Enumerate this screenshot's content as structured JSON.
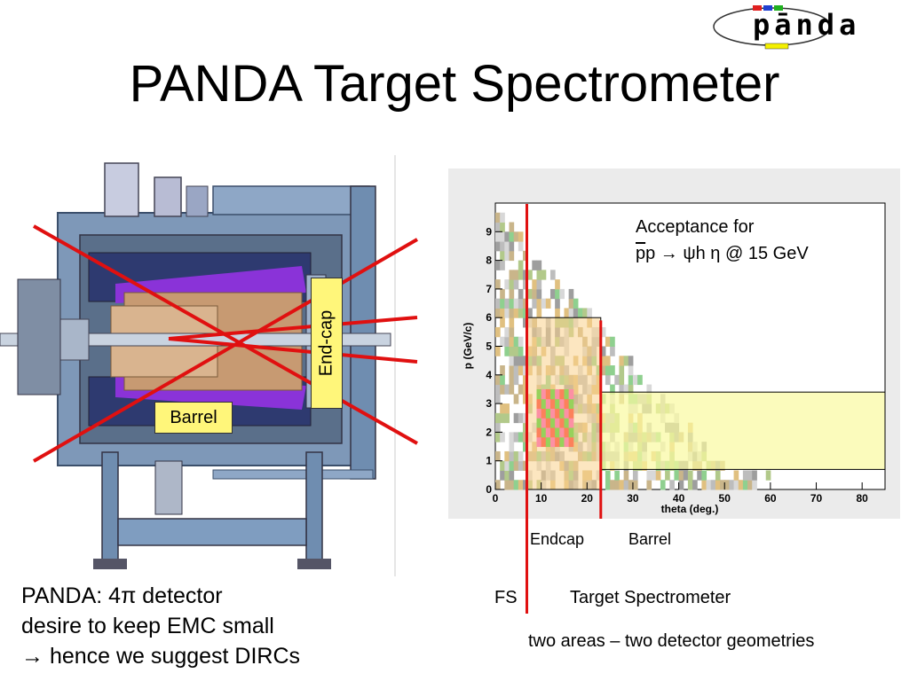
{
  "slide": {
    "title": "PANDA Target Spectrometer",
    "logo_text": "pānda",
    "labels": {
      "barrel_box": "Barrel",
      "endcap_box": "End-cap"
    },
    "bottom_left": {
      "line1": "PANDA: 4π detector",
      "line2": "desire to keep EMC small",
      "line3": "→ hence we suggest DIRCs"
    },
    "acceptance": {
      "line1": "Acceptance for",
      "bar": "p",
      "line2_rest": "p → ψh η  @ 15 GeV"
    },
    "region_labels": {
      "endcap": "Endcap",
      "barrel": "Barrel",
      "fs": "FS",
      "target": "Target Spectrometer",
      "two_areas": "two areas – two detector geometries"
    },
    "colors": {
      "red_line": "#e01010",
      "detector_blue": "#6f8db0",
      "label_yellow": "#fff67a",
      "plot_bg": "#ebebeb"
    }
  },
  "chart_data": {
    "type": "heatmap",
    "title": "",
    "xlabel": "theta (deg.)",
    "ylabel": "p (GeV/c)",
    "xlim": [
      0,
      85
    ],
    "ylim": [
      0,
      10
    ],
    "x_ticks": [
      0,
      10,
      20,
      30,
      40,
      50,
      60,
      70,
      80
    ],
    "y_ticks": [
      0,
      1,
      2,
      3,
      4,
      5,
      6,
      7,
      8,
      9
    ],
    "grid": false,
    "regions": [
      {
        "name": "Endcap",
        "theta": [
          7,
          23
        ],
        "p": [
          0,
          6
        ]
      },
      {
        "name": "Barrel",
        "theta": [
          23,
          85
        ],
        "p": [
          0.7,
          3.4
        ]
      }
    ],
    "cut_lines_theta": [
      7,
      23
    ]
  }
}
